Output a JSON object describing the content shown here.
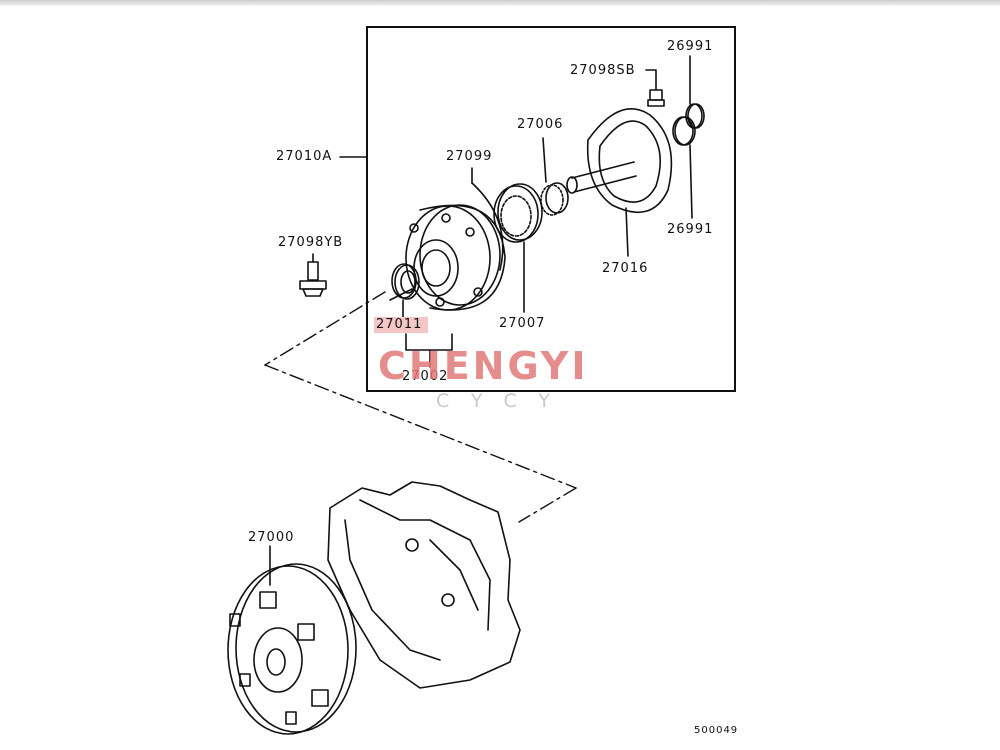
{
  "diagram": {
    "parts": {
      "p27010A": "27010A",
      "p27098YB": "27098YB",
      "p27099": "27099",
      "p27006": "27006",
      "p27098SB": "27098SB",
      "p26991_top": "26991",
      "p26991_bottom": "26991",
      "p27016": "27016",
      "p27007": "27007",
      "p27011": "27011",
      "p27002": "27002",
      "p27000": "27000"
    },
    "figure_code": "500049",
    "highlight_color": "#f4c6c6"
  },
  "watermark": {
    "brand": "CHENGYI",
    "sub": "CYCY",
    "color": "#e07878"
  }
}
